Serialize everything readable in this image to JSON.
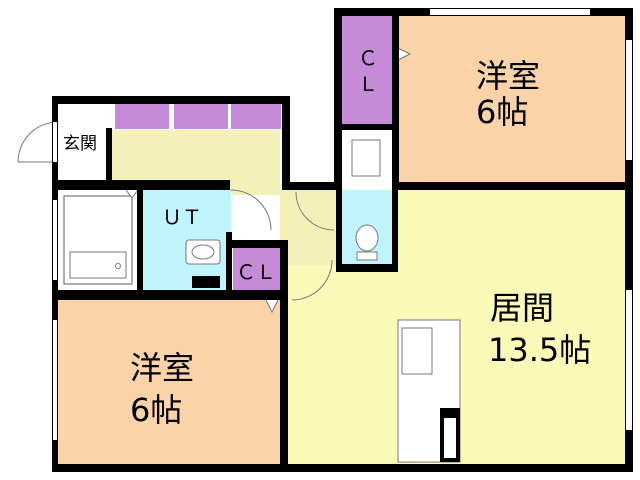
{
  "rooms": {
    "bedroom_top": {
      "name": "洋室",
      "size": "6帖"
    },
    "bedroom_bottom": {
      "name": "洋室",
      "size": "6帖"
    },
    "living": {
      "name": "居間",
      "size": "13.5帖"
    },
    "entrance": {
      "name": "玄関"
    },
    "utility": {
      "name": "ＵＴ"
    },
    "closet_top": {
      "line1": "Ｃ",
      "line2": "Ｌ"
    },
    "closet_mid": {
      "name": "ＣＬ"
    }
  },
  "colors": {
    "wall": "#000000",
    "bedroom": "#fbd3a8",
    "living": "#fafab8",
    "hall": "#f3f0b8",
    "closet": "#c58ad8",
    "utility": "#c0f4fc",
    "fixture_outline": "#777777"
  }
}
